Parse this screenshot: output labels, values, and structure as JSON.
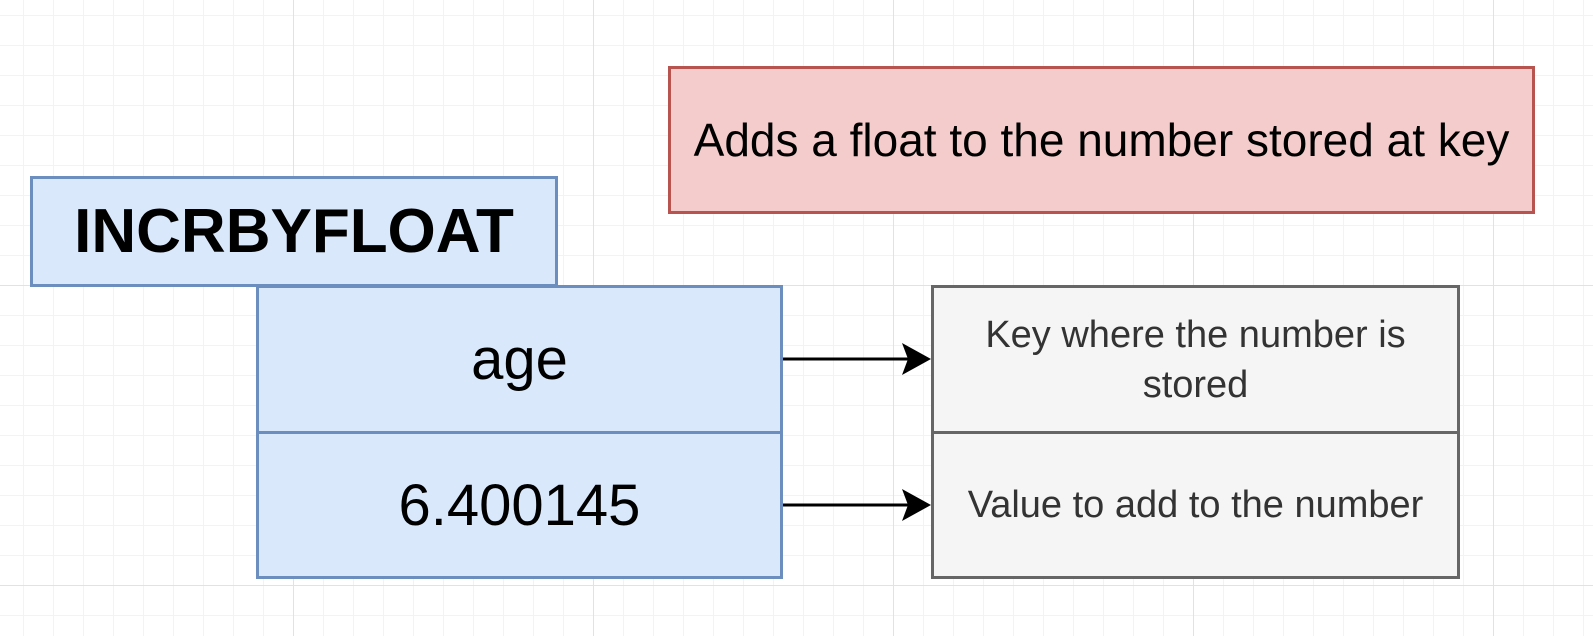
{
  "diagram": {
    "command": "INCRBYFLOAT",
    "description": "Adds a float to the number stored at key",
    "arguments": [
      {
        "value": "age",
        "note": "Key where the number is stored"
      },
      {
        "value": "6.400145",
        "note": "Value to add to the number"
      }
    ]
  },
  "colors": {
    "command_fill": "#dae8fc",
    "command_border": "#6c8ebf",
    "description_fill": "#f4cccc",
    "description_border": "#b85450",
    "note_fill": "#f5f5f5",
    "note_border": "#666666",
    "arrow": "#000000"
  }
}
